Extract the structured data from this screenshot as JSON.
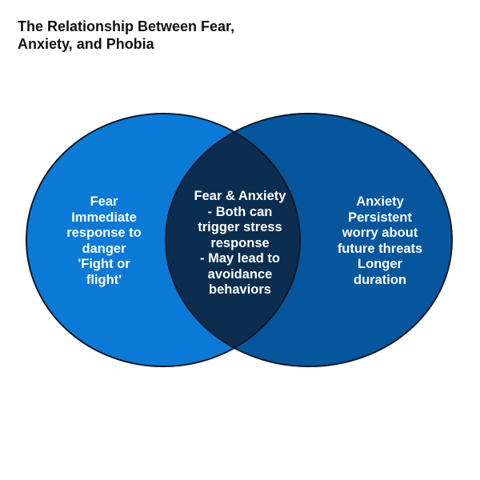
{
  "title_lines": [
    "The Relationship Between Fear,",
    "Anxiety, and Phobia"
  ],
  "colors": {
    "fear": "#0b7ad6",
    "anxiety": "#06569e",
    "overlap": "#0b2d50",
    "outline": "#0e1a28"
  },
  "sets": [
    {
      "id": "fear",
      "lines": [
        "Fear",
        "Immediate",
        "response to",
        "danger",
        "'Fight or",
        "flight'"
      ]
    },
    {
      "id": "anxiety",
      "lines": [
        "Anxiety",
        "Persistent",
        "worry about",
        "future threats",
        "Longer",
        "duration"
      ]
    }
  ],
  "overlap": {
    "lines": [
      "Fear & Anxiety",
      "- Both can",
      "trigger stress",
      "response",
      "- May lead to",
      "avoidance",
      "behaviors"
    ]
  }
}
